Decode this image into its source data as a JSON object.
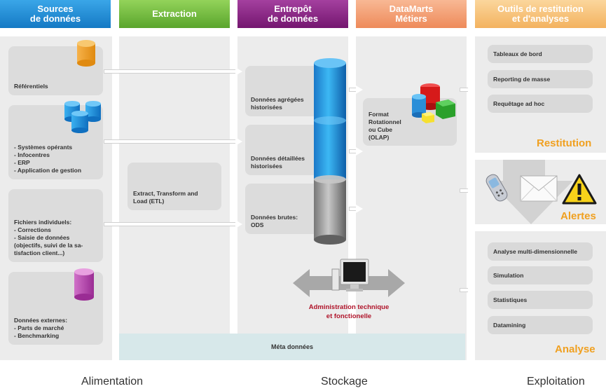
{
  "headers": {
    "sources": "Sources\nde données",
    "extraction": "Extraction",
    "entrepot": "Entrepôt\nde données",
    "datamarts": "DataMarts\nMétiers",
    "outils": "Outils de restitution\net d'analyses"
  },
  "sources": {
    "referentiels": "Référentiels",
    "systemes": "- Systèmes opérants\n- Infocentres\n- ERP\n- Application de gestion",
    "fichiers": "Fichiers individuels:\n- Corrections\n- Saisie de données\n(objectifs, suivi de la sa-\ntisfaction client...)",
    "externes": "Données externes:\n- Parts de marché\n- Benchmarking"
  },
  "extraction": {
    "etl": "Extract, Transform and\nLoad (ETL)"
  },
  "entrepot": {
    "agregees": "Données agrégées\nhistorisées",
    "detaillees": "Données détaillées\nhistorisées",
    "brutes": "Données brutes:\nODS",
    "admin": "Administration technique\net fonctionelle"
  },
  "datamarts": {
    "olap": "Format\nRotationnel\nou Cube\n(OLAP)"
  },
  "meta": "Méta données",
  "restitution": {
    "items": [
      "Tableaux de bord",
      "Reporting de masse",
      "Requêtage ad hoc"
    ],
    "label": "Restitution"
  },
  "alertes": {
    "label": "Alertes"
  },
  "analyse": {
    "items": [
      "Analyse multi-dimensionnelle",
      "Simulation",
      "Statistiques",
      "Datamining"
    ],
    "label": "Analyse"
  },
  "bottom": {
    "alimentation": "Alimentation",
    "stockage": "Stockage",
    "exploitation": "Exploitation"
  },
  "colors": {
    "sources": "#1a8fd6",
    "extraction": "#7cc142",
    "entrepot": "#8e2a8c",
    "datamarts": "#f2a074",
    "outils": "#f6c27a",
    "accent_orange": "#f0a020",
    "admin_red": "#b0142a"
  }
}
